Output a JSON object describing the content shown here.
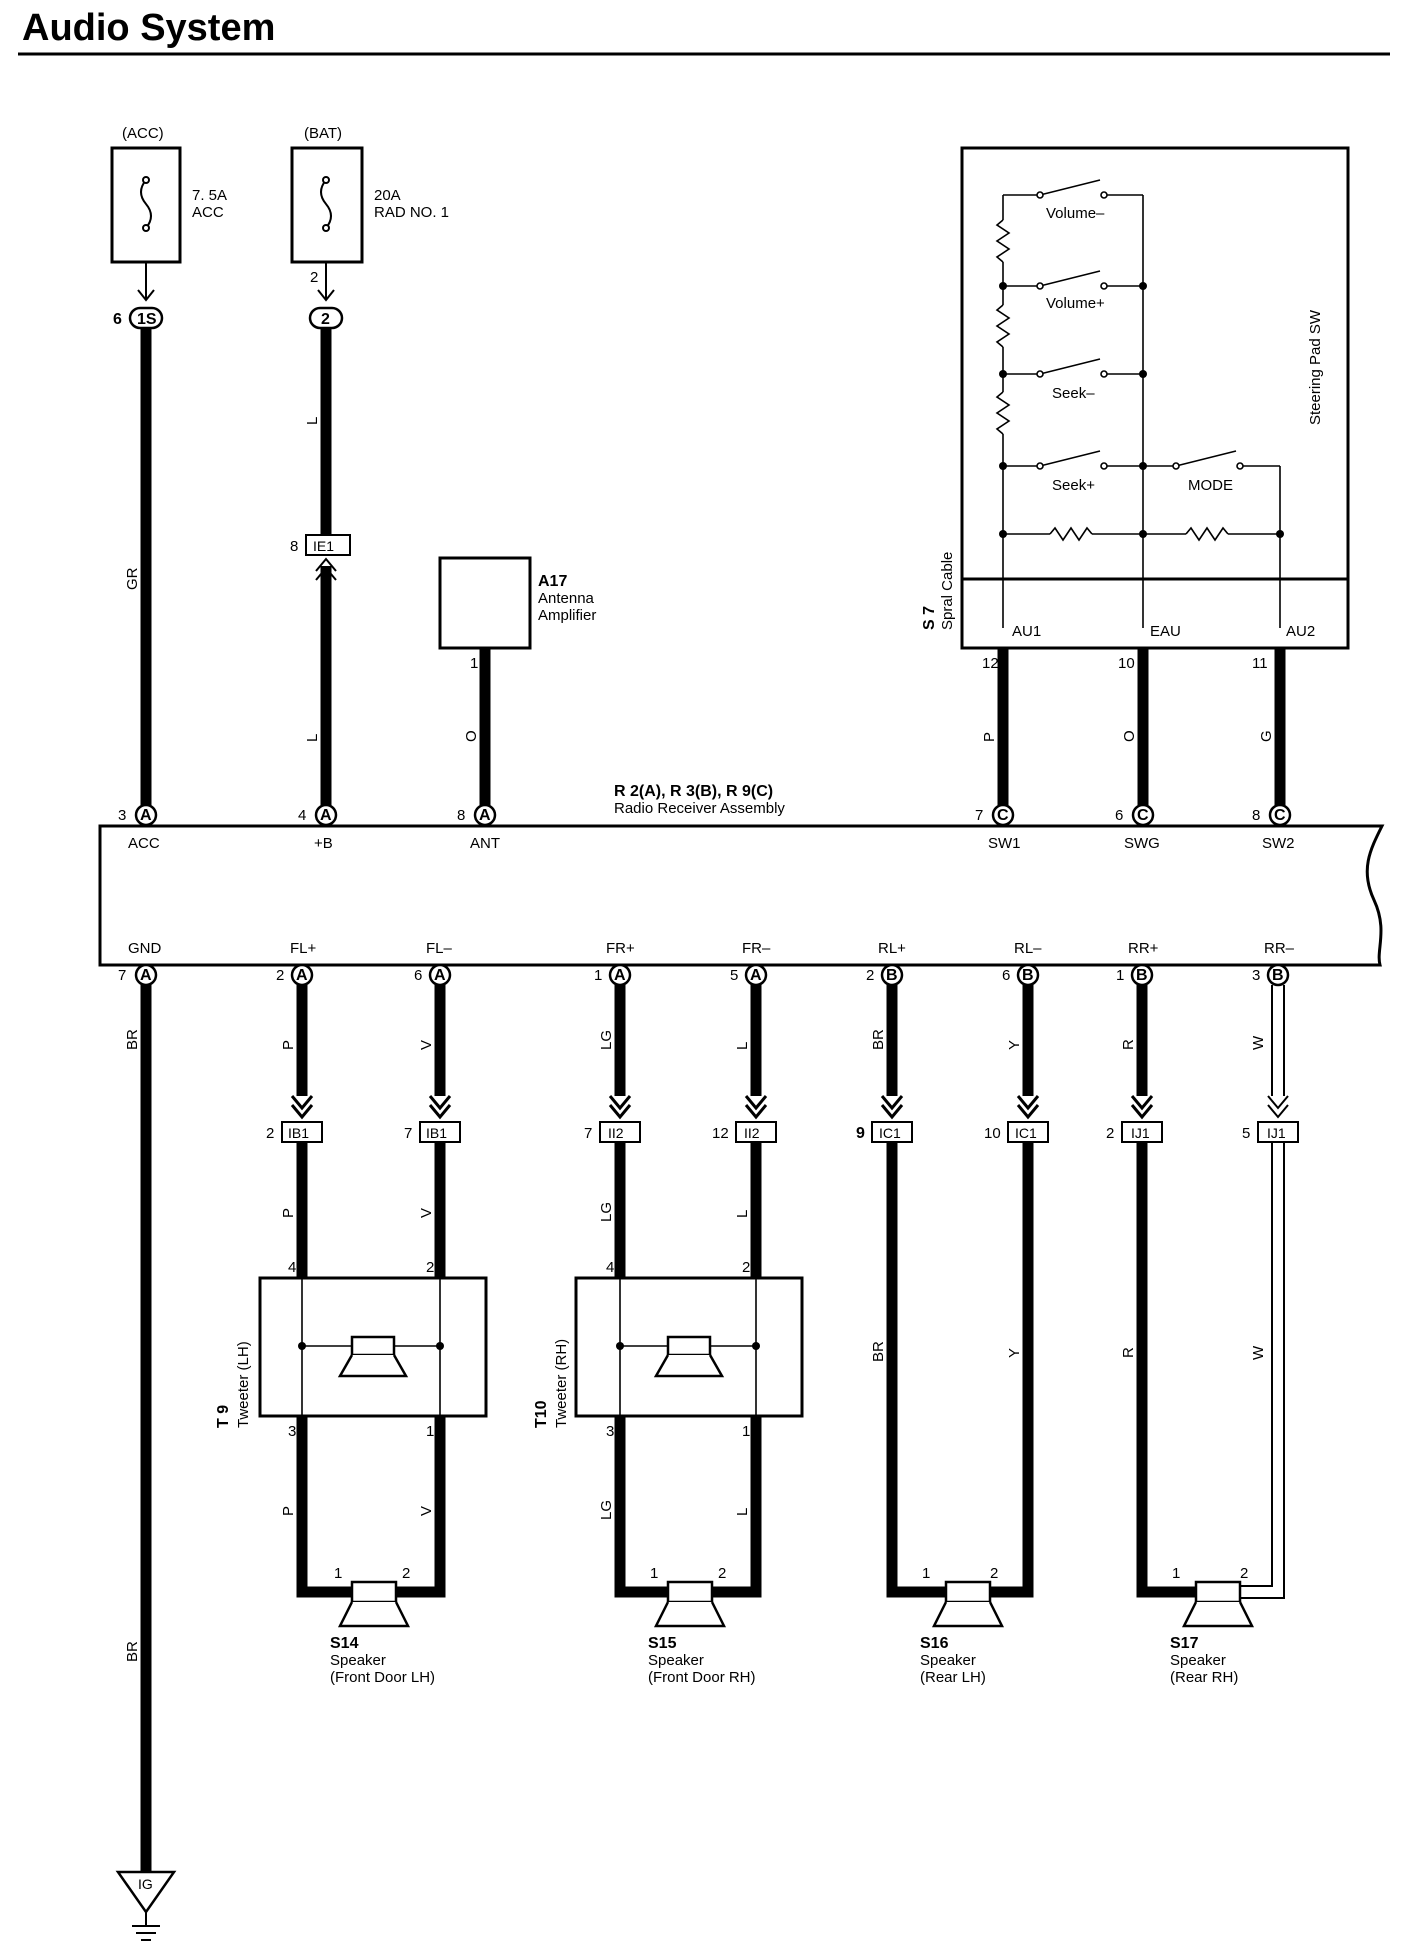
{
  "title": "Audio System",
  "colors": {
    "ink": "#000000",
    "paper": "#ffffff"
  },
  "fuses": [
    {
      "id": "acc",
      "supply": "(ACC)",
      "rating": "7. 5A",
      "name": "ACC",
      "pin": "",
      "connector": "1S",
      "connector_pin": "6"
    },
    {
      "id": "bat",
      "supply": "(BAT)",
      "rating": "20A",
      "name": "RAD NO. 1",
      "pin": "2",
      "connector": "2",
      "connector_pin": ""
    }
  ],
  "junction_ie1": {
    "pin": "8",
    "label": "IE1"
  },
  "antenna": {
    "id": "A17",
    "line1": "Antenna",
    "line2": "Amplifier",
    "pin": "1"
  },
  "steering": {
    "title": "Steering Pad SW",
    "switches": [
      "Volume–",
      "Volume+",
      "Seek–",
      "Seek+",
      "MODE"
    ],
    "spiral_id": "S 7",
    "spiral_name": "Spral Cable",
    "terminals": [
      "AU1",
      "EAU",
      "AU2"
    ],
    "pins": [
      "12",
      "10",
      "11"
    ]
  },
  "receiver": {
    "title": "R 2(A), R 3(B), R 9(C)",
    "name": "Radio Receiver Assembly",
    "top_pins": [
      {
        "label": "ACC",
        "pin": "3",
        "conn": "A",
        "wire": "GR"
      },
      {
        "label": "+B",
        "pin": "4",
        "conn": "A",
        "wire": "L"
      },
      {
        "label": "ANT",
        "pin": "8",
        "conn": "A",
        "wire": "O"
      },
      {
        "label": "SW1",
        "pin": "7",
        "conn": "C",
        "wire": "P"
      },
      {
        "label": "SWG",
        "pin": "6",
        "conn": "C",
        "wire": "O"
      },
      {
        "label": "SW2",
        "pin": "8",
        "conn": "C",
        "wire": "G"
      }
    ],
    "bottom_pins": [
      {
        "label": "GND",
        "pin": "7",
        "conn": "A",
        "wire": "BR"
      },
      {
        "label": "FL+",
        "pin": "2",
        "conn": "A",
        "wire": "P"
      },
      {
        "label": "FL–",
        "pin": "6",
        "conn": "A",
        "wire": "V"
      },
      {
        "label": "FR+",
        "pin": "1",
        "conn": "A",
        "wire": "LG"
      },
      {
        "label": "FR–",
        "pin": "5",
        "conn": "A",
        "wire": "L"
      },
      {
        "label": "RL+",
        "pin": "2",
        "conn": "B",
        "wire": "BR"
      },
      {
        "label": "RL–",
        "pin": "6",
        "conn": "B",
        "wire": "Y"
      },
      {
        "label": "RR+",
        "pin": "1",
        "conn": "B",
        "wire": "R"
      },
      {
        "label": "RR–",
        "pin": "3",
        "conn": "B",
        "wire": "W"
      }
    ]
  },
  "junctions_lower": [
    {
      "pin": "2",
      "label": "IB1"
    },
    {
      "pin": "7",
      "label": "IB1"
    },
    {
      "pin": "7",
      "label": "II2"
    },
    {
      "pin": "12",
      "label": "II2"
    },
    {
      "pin": "9",
      "label": "IC1"
    },
    {
      "pin": "10",
      "label": "IC1"
    },
    {
      "pin": "2",
      "label": "IJ1"
    },
    {
      "pin": "5",
      "label": "IJ1"
    }
  ],
  "tweeters": [
    {
      "id": "T 9",
      "name": "Tweeter (LH)",
      "pins": [
        "4",
        "2",
        "3",
        "1"
      ]
    },
    {
      "id": "T10",
      "name": "Tweeter (RH)",
      "pins": [
        "4",
        "2",
        "3",
        "1"
      ]
    }
  ],
  "speakers": [
    {
      "id": "S14",
      "name": "Speaker",
      "loc": "(Front Door LH)",
      "pins": [
        "1",
        "2"
      ]
    },
    {
      "id": "S15",
      "name": "Speaker",
      "loc": "(Front Door RH)",
      "pins": [
        "1",
        "2"
      ]
    },
    {
      "id": "S16",
      "name": "Speaker",
      "loc": "(Rear LH)",
      "pins": [
        "1",
        "2"
      ]
    },
    {
      "id": "S17",
      "name": "Speaker",
      "loc": "(Rear RH)",
      "pins": [
        "1",
        "2"
      ]
    }
  ],
  "lower_wire_labels": [
    "P",
    "V",
    "LG",
    "L",
    "BR",
    "Y",
    "R",
    "W"
  ],
  "tweeter_out_labels": [
    "P",
    "V",
    "LG",
    "L"
  ],
  "ground_wire_label": "BR",
  "ground": {
    "label": "IG"
  }
}
